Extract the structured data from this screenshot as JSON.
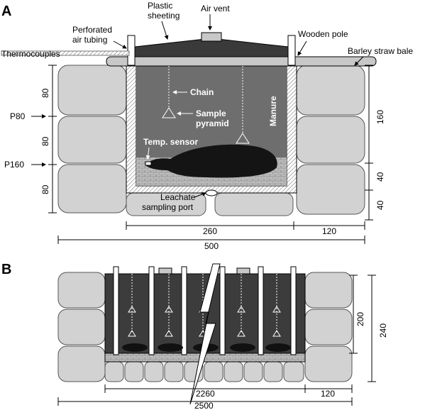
{
  "panel_a": {
    "letter": "A",
    "labels": {
      "plastic_sheeting_1": "Plastic",
      "plastic_sheeting_2": "sheeting",
      "air_vent": "Air vent",
      "perforated_1": "Perforated",
      "perforated_2": "air tubing",
      "wooden_pole": "Wooden pole",
      "thermocouples": "Thermocouples",
      "barley_straw_bale": "Barley straw bale",
      "chain": "Chain",
      "sample_1": "Sample",
      "sample_2": "pyramid",
      "manure": "Manure",
      "temp_sensor": "Temp. sensor",
      "leachate_1": "Leachate",
      "leachate_2": "sampling port",
      "p80": "P80",
      "p160": "P160"
    },
    "dimensions": {
      "left_80_top": "80",
      "left_80_mid": "80",
      "left_80_bot": "80",
      "right_160": "160",
      "right_40_a": "40",
      "right_40_b": "40",
      "width_260": "260",
      "width_120": "120",
      "width_500": "500"
    }
  },
  "panel_b": {
    "letter": "B",
    "dimensions": {
      "height_200": "200",
      "height_240": "240",
      "width_2260": "2260",
      "width_120": "120",
      "width_2500": "2500"
    }
  }
}
